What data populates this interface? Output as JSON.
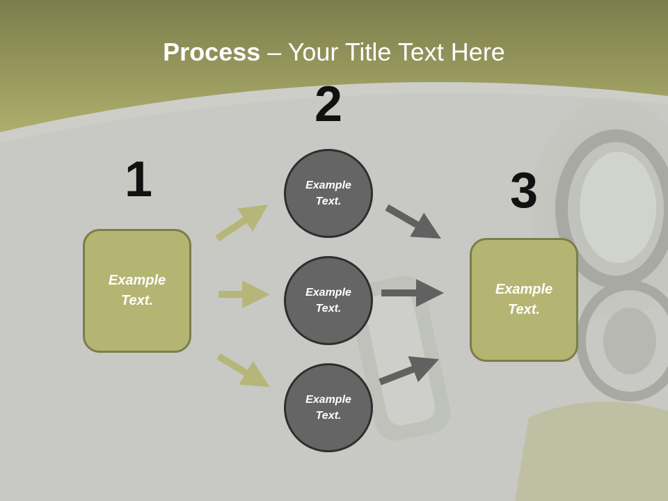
{
  "slide": {
    "title_bold": "Process",
    "title_rest": " – Your Title Text Here",
    "steps": [
      {
        "number": "1",
        "text": "Example\nText."
      },
      {
        "number": "2",
        "text": "Example\nText."
      },
      {
        "number": "3",
        "text": "Example\nText."
      }
    ],
    "circles": [
      {
        "text": "Example\nText."
      },
      {
        "text": "Example\nText."
      },
      {
        "text": "Example\nText."
      }
    ]
  },
  "colors": {
    "header_green": "#a9a96b",
    "box_fill": "#b5b573",
    "box_border": "#7d7d4a",
    "circle_fill": "#656565",
    "circle_border": "#2e2e2e",
    "arrow_olive": "#b6b67a",
    "arrow_gray": "#616161",
    "background": "#c8c9c4"
  }
}
